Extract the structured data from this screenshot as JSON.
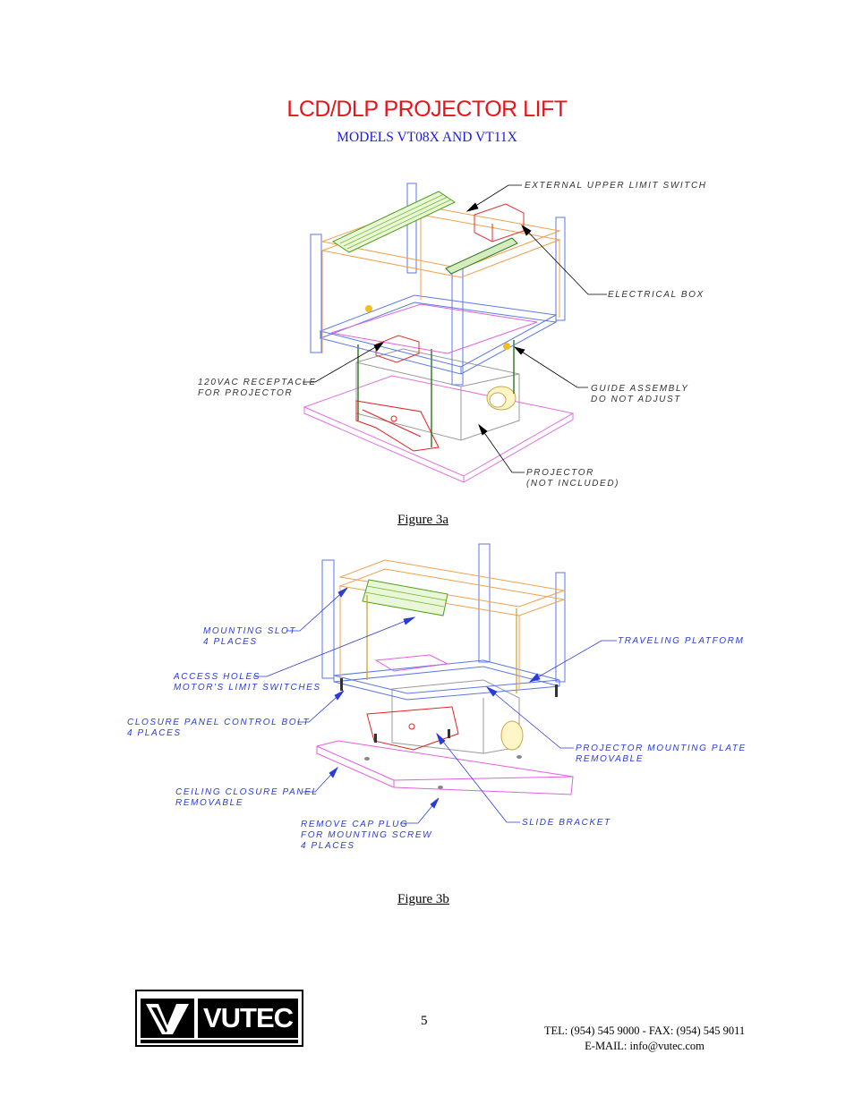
{
  "header": {
    "title": "LCD/DLP PROJECTOR LIFT",
    "subtitle": "MODELS VT08X AND VT11X"
  },
  "figure_a": {
    "caption": "Figure 3a",
    "callouts": {
      "external_upper_limit_switch": "EXTERNAL UPPER LIMIT SWITCH",
      "electrical_box": "ELECTRICAL BOX",
      "receptacle_line1": "120VAC RECEPTACLE",
      "receptacle_line2": "FOR PROJECTOR",
      "guide_line1": "GUIDE ASSEMBLY",
      "guide_line2": "DO NOT ADJUST",
      "projector_line1": "PROJECTOR",
      "projector_line2": "(NOT INCLUDED)"
    }
  },
  "figure_b": {
    "caption": "Figure 3b",
    "callouts": {
      "mounting_slot_line1": "MOUNTING SLOT",
      "mounting_slot_line2": "4 PLACES",
      "access_holes_line1": "ACCESS HOLES",
      "access_holes_line2": "MOTOR'S LIMIT SWITCHES",
      "closure_bolt_line1": "CLOSURE PANEL CONTROL BOLT",
      "closure_bolt_line2": "4 PLACES",
      "ceiling_panel_line1": "CEILING CLOSURE PANEL",
      "ceiling_panel_line2": "REMOVABLE",
      "cap_plug_line1": "REMOVE CAP PLUG",
      "cap_plug_line2": "FOR MOUNTING SCREW",
      "cap_plug_line3": "4 PLACES",
      "traveling_platform": "TRAVELING PLATFORM",
      "mounting_plate_line1": "PROJECTOR MOUNTING PLATE",
      "mounting_plate_line2": "REMOVABLE",
      "slide_bracket": "SLIDE BRACKET"
    }
  },
  "footer": {
    "logo_text": "VUTEC",
    "page_number": "5",
    "phone_fax": "TEL: (954) 545 9000 - FAX: (954) 545 9011",
    "email": "E-MAIL: info@vutec.com"
  },
  "colors": {
    "title": "#e8141b",
    "subtitle": "#1a1ae0",
    "frame_blue": "#5a78e6",
    "frame_orange": "#f0a050",
    "roller_green": "#4fa01a",
    "panel_pink": "#e060e0",
    "bracket_red": "#e02020"
  }
}
